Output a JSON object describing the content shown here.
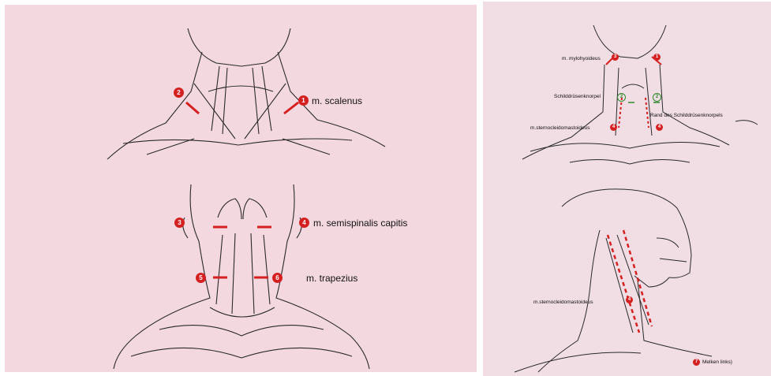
{
  "left_page": {
    "label_scalenus": "m. scalenus",
    "label_semispinalis": "m. semispinalis capitis",
    "label_trapezius": "m. trapezius",
    "markers": [
      "1",
      "2",
      "3",
      "4",
      "5",
      "6"
    ]
  },
  "right_page": {
    "label_mylohyoideus": "m. mylohyoideus",
    "label_schilddruesen": "Schilddrüsenknorpel",
    "label_rand": "Rand des Schilddrüsenknorpels",
    "label_sterno_top": "m.sternocleidomastoideus",
    "label_sterno_bottom": "m.sternocleidomastoideus",
    "note": "Melken links)",
    "markers_top": [
      "3",
      "1",
      "2",
      "2",
      "4",
      "4"
    ],
    "markers_bottom": [
      "4"
    ],
    "note_marker": "7"
  },
  "colors": {
    "marker_red": "#d42020",
    "marker_green": "#2e8a2e",
    "left_bg": "#f3d8e0",
    "right_bg": "#f1dde4"
  }
}
